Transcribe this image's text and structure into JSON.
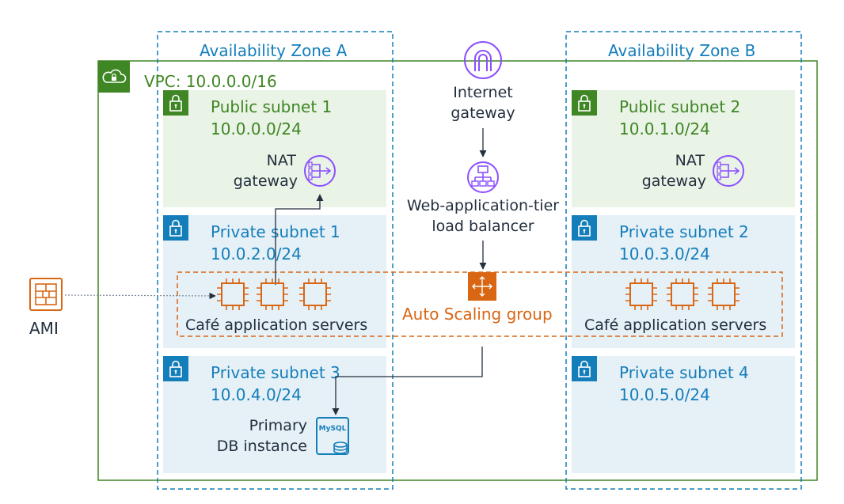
{
  "availability_zones": {
    "a": {
      "label": "Availability Zone A"
    },
    "b": {
      "label": "Availability Zone B"
    }
  },
  "vpc": {
    "label": "VPC: 10.0.0.0/16"
  },
  "subnets": {
    "public_1": {
      "name": "Public subnet 1",
      "cidr": "10.0.0.0/24"
    },
    "public_2": {
      "name": "Public subnet 2",
      "cidr": "10.0.1.0/24"
    },
    "private_1": {
      "name": "Private subnet 1",
      "cidr": "10.0.2.0/24"
    },
    "private_2": {
      "name": "Private subnet 2",
      "cidr": "10.0.3.0/24"
    },
    "private_3": {
      "name": "Private subnet 3",
      "cidr": "10.0.4.0/24"
    },
    "private_4": {
      "name": "Private subnet 4",
      "cidr": "10.0.5.0/24"
    }
  },
  "nat_gateway": {
    "line1": "NAT",
    "line2": "gateway"
  },
  "internet_gateway": {
    "line1": "Internet",
    "line2": "gateway"
  },
  "load_balancer": {
    "line1": "Web-application-tier",
    "line2": "load balancer"
  },
  "auto_scaling": {
    "label": "Auto Scaling group"
  },
  "app_servers": {
    "label": "Café application servers"
  },
  "ami": {
    "label": "AMI"
  },
  "database": {
    "line1": "Primary",
    "line2": "DB instance",
    "badge": "MySQL"
  },
  "colors": {
    "green": "#3F8624",
    "blue": "#147EBA",
    "orange": "#D86613",
    "purple": "#8C4FFF",
    "public_fill": "#E9F3E6",
    "private_fill": "#E6F0F7"
  },
  "icons": {
    "vpc": "cloud-lock-icon",
    "subnet": "padlock-icon",
    "nat": "nat-gateway-icon",
    "igw": "internet-gateway-icon",
    "elb": "load-balancer-icon",
    "asg": "auto-scaling-icon",
    "ec2": "instance-chip-icon",
    "ami": "ami-icon",
    "rds": "mysql-database-icon"
  }
}
